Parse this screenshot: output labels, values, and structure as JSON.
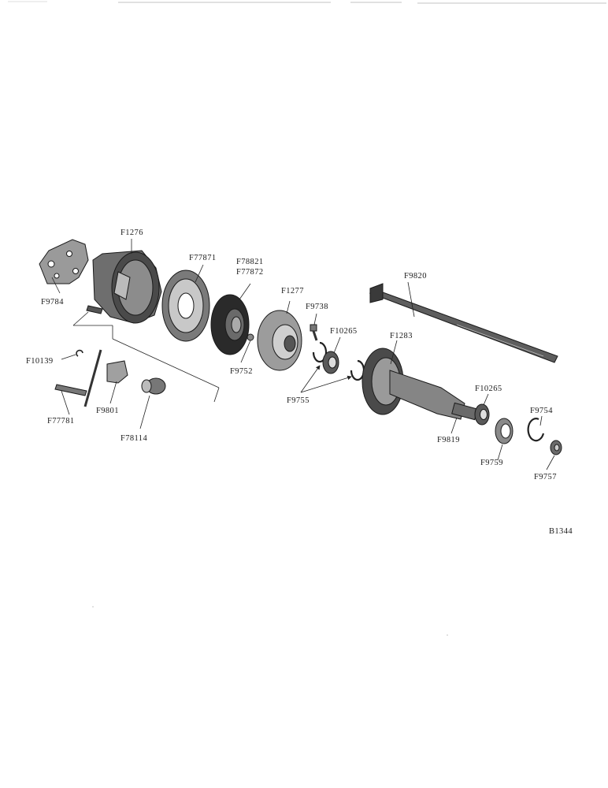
{
  "labels": {
    "f1276": "F1276",
    "f9784": "F9784",
    "f77871": "F77871",
    "f78821": "F78821",
    "f77872": "F77872",
    "f1277": "F1277",
    "f9738": "F9738",
    "f9820": "F9820",
    "f10265_top": "F10265",
    "f1283": "F1283",
    "f10139": "F10139",
    "f9752": "F9752",
    "f9755": "F9755",
    "f77781": "F77781",
    "f9801": "F9801",
    "f78114": "F78114",
    "f10265_bottom": "F10265",
    "f9754": "F9754",
    "f9819": "F9819",
    "f9759": "F9759",
    "f9757": "F9757"
  },
  "figure_id": "B1344"
}
